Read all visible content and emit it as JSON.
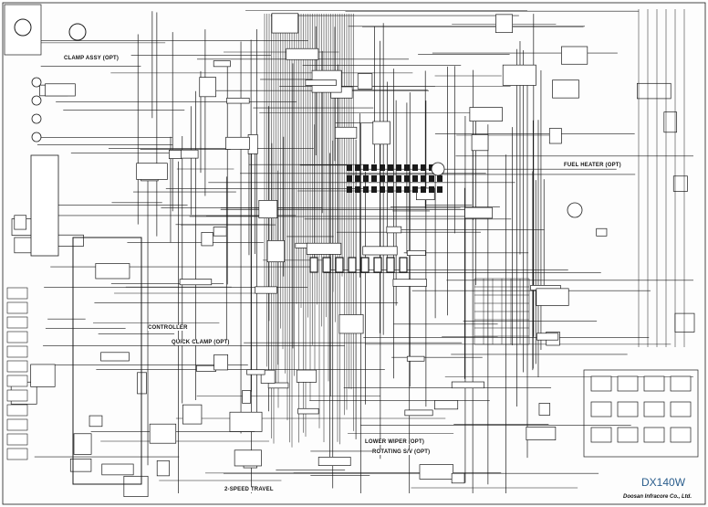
{
  "title_block": {
    "model": "DX140W",
    "company": "Doosan Infracore Co., Ltd."
  },
  "section_labels": [
    "CLAMP ASSY (OPT)",
    "FUEL HEATER (OPT)",
    "QUICK CLAMP (OPT)",
    "LOWER WIPER (OPT)",
    "ROTATING S/V (OPT)",
    "2-SPEED TRAVEL",
    "CONTROLLER"
  ],
  "colors": {
    "line": "#1a1a1a",
    "background": "#fdfdfd",
    "model_text": "#2a5d8c"
  }
}
